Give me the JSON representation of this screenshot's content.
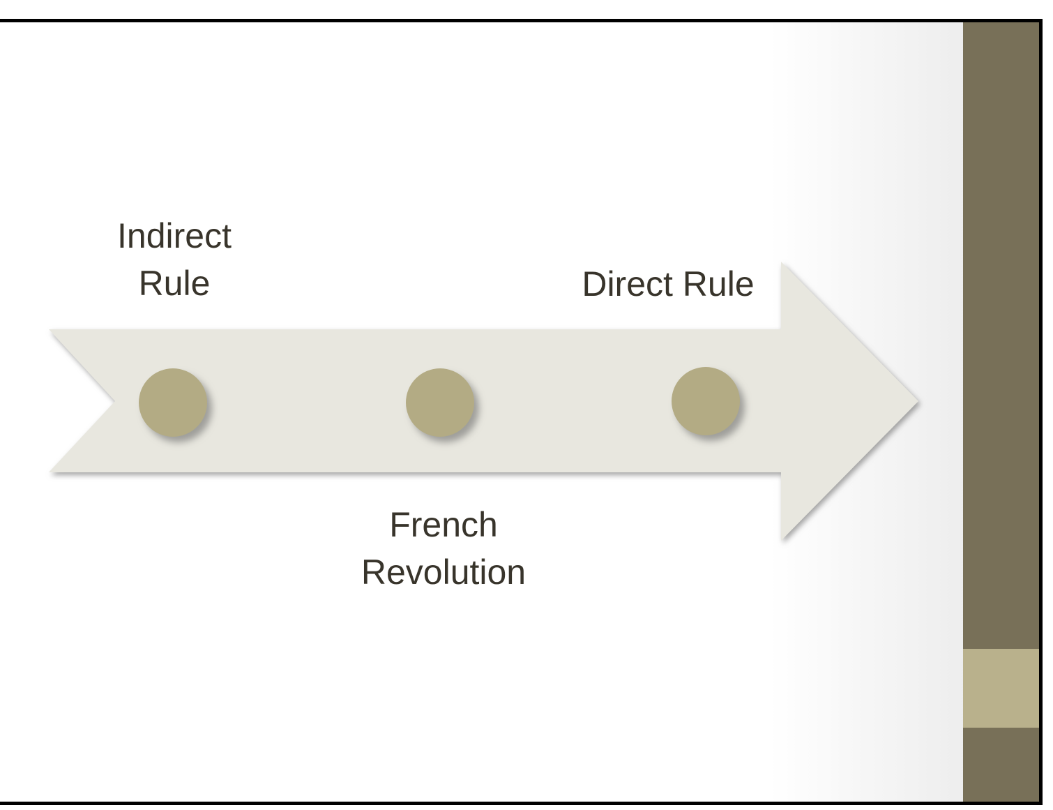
{
  "slide": {
    "background_color": "#ffffff",
    "frame_color": "#000000",
    "sidebar": {
      "bar_color": "#787058",
      "accent_block_color": "#b9b18c"
    }
  },
  "diagram": {
    "type": "horizontal-process-arrow",
    "direction": "right",
    "arrow_fill": "#e8e7df",
    "node_fill": "#b3ab84",
    "text_color": "#38342b",
    "nodes": [
      {
        "label": "Indirect\nRule",
        "label_position": "above"
      },
      {
        "label": "French\nRevolution",
        "label_position": "below"
      },
      {
        "label": "Direct Rule",
        "label_position": "above"
      }
    ]
  }
}
